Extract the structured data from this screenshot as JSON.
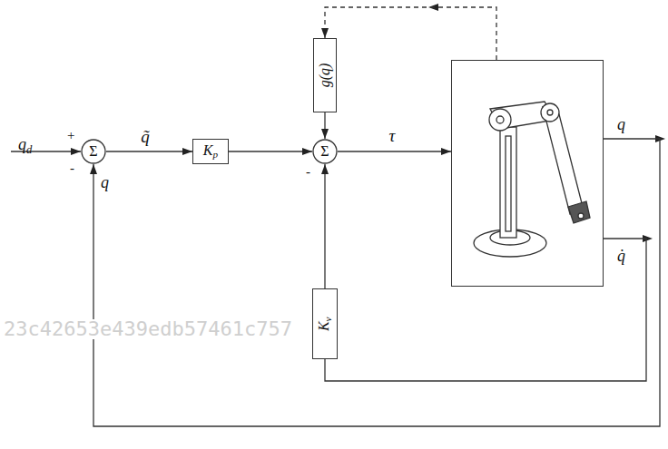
{
  "diagram": {
    "nodes": [
      {
        "text": [
          "Σ"
        ]
      },
      {
        "text": [
          "Kp"
        ]
      },
      {
        "text": [
          "g(q)"
        ]
      },
      {
        "text": [
          "Σ"
        ]
      },
      {
        "text": [
          "Kv"
        ]
      },
      {
        "text": []
      }
    ],
    "edges": [
      {
        "from": 0,
        "to": 1,
        "arrow": "to",
        "label": "q̃"
      },
      {
        "from": 1,
        "to": 3,
        "arrow": "to"
      },
      {
        "from": 2,
        "to": 3,
        "arrow": "to"
      },
      {
        "from": 3,
        "to": 5,
        "arrow": "to",
        "label": "τ"
      },
      {
        "from": 5,
        "to": 2,
        "arrow": "to"
      },
      {
        "from": 5,
        "to": 4,
        "arrow": "none"
      },
      {
        "from": 4,
        "to": 3,
        "arrow": "to"
      },
      {
        "from": 5,
        "to": 0,
        "arrow": "to"
      }
    ],
    "labels": [
      "qd",
      "+",
      "-",
      "q",
      "-",
      "q",
      "q̇",
      "23c42653e439edb57461c757"
    ]
  }
}
